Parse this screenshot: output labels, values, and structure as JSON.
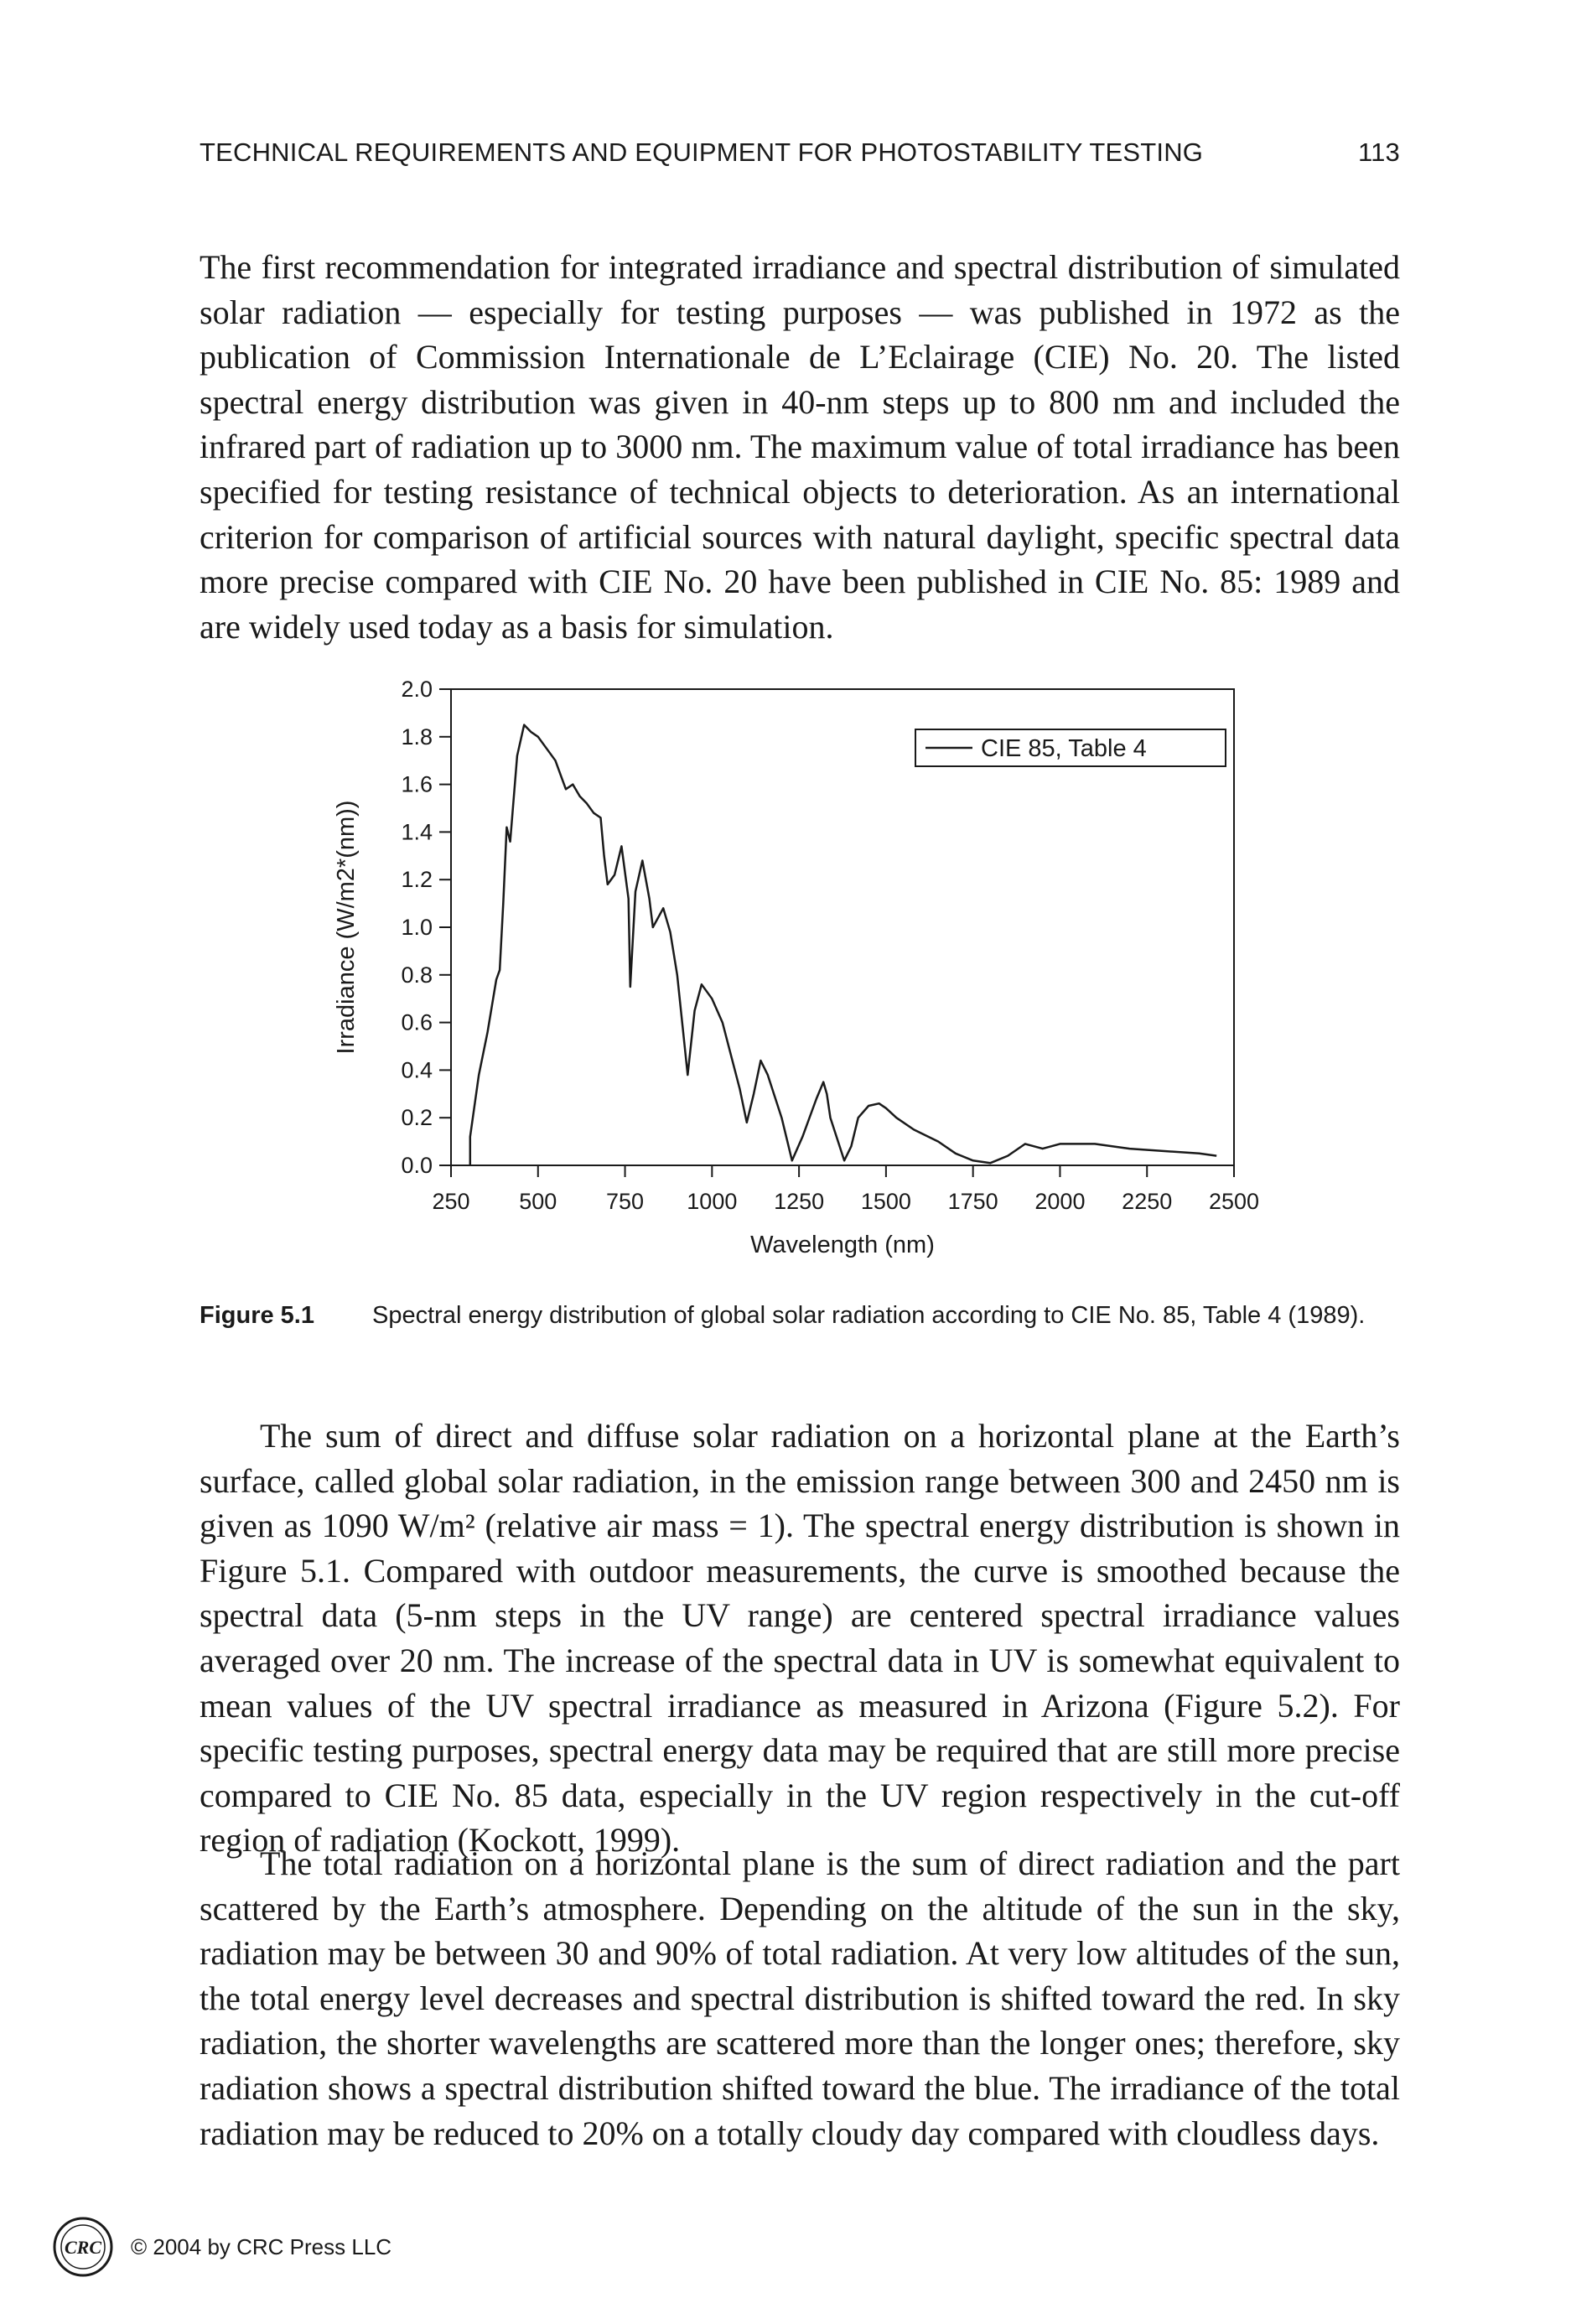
{
  "header": {
    "title": "TECHNICAL REQUIREMENTS AND EQUIPMENT FOR PHOTOSTABILITY TESTING",
    "page_number": "113"
  },
  "paragraphs": [
    "The first recommendation for integrated irradiance and spectral distribution of simulated solar radiation — especially for testing purposes — was published in 1972 as the publication of Commission Internationale de L’Eclairage (CIE) No. 20. The listed spectral energy distribution was given in 40-nm steps up to 800 nm and included the infrared part of radiation up to 3000 nm. The maximum value of total irradiance has been specified for testing resistance of technical objects to deterioration. As an international criterion for comparison of artificial sources with natural daylight, specific spectral data more precise compared with CIE No. 20 have been published in CIE No. 85: 1989 and are widely used today as a basis for simulation.",
    "The sum of direct and diffuse solar radiation on a horizontal plane at the Earth’s surface, called global solar radiation, in the emission range between 300 and 2450 nm is given as 1090 W/m² (relative air mass = 1). The spectral energy distribution is shown in Figure 5.1. Compared with outdoor measurements, the curve is smoothed because the spectral data (5-nm steps in the UV range) are centered spectral irradiance values averaged over 20 nm. The increase of the spectral data in UV is somewhat equivalent to mean values of the UV spectral irradiance as measured in Arizona (Figure 5.2). For specific testing purposes, spectral energy data may be required that are still more precise compared to CIE No. 85 data, especially in the UV region respectively in the cut-off region of radiation (Kockott, 1999).",
    "The total radiation on a horizontal plane is the sum of direct radiation and the part scattered by the Earth’s atmosphere. Depending on the altitude of the sun in the sky, radiation may be between 30 and 90% of total radiation. At very low altitudes of the sun, the total energy level decreases and spectral distribution is shifted toward the red. In sky radiation, the shorter wavelengths are scattered more than the longer ones; therefore, sky radiation shows a spectral distribution shifted toward the blue. The irradiance of the total radiation may be reduced to 20% on a totally cloudy day compared with cloudless days."
  ],
  "figure": {
    "label": "Figure 5.1",
    "caption": "Spectral energy distribution of global solar radiation according to CIE No. 85, Table 4 (1989)."
  },
  "footer": {
    "copyright": "© 2004 by CRC Press LLC",
    "logo_text": "CRC"
  },
  "chart_data": {
    "type": "line",
    "title": "",
    "xlabel": "Wavelength (nm)",
    "ylabel": "Irradiance (W/m2*(nm))",
    "xlim": [
      250,
      2500
    ],
    "ylim": [
      0,
      2.0
    ],
    "x_ticks": [
      "250",
      "500",
      "750",
      "1000",
      "1250",
      "1500",
      "1750",
      "2000",
      "2250",
      "2500"
    ],
    "y_ticks": [
      "0.0",
      "0.2",
      "0.4",
      "0.6",
      "0.8",
      "1.0",
      "1.2",
      "1.4",
      "1.6",
      "1.8",
      "2.0"
    ],
    "x_tick_values": [
      250,
      500,
      750,
      1000,
      1250,
      1500,
      1750,
      2000,
      2250,
      2500
    ],
    "y_tick_values": [
      0,
      0.2,
      0.4,
      0.6,
      0.8,
      1.0,
      1.2,
      1.4,
      1.6,
      1.8,
      2.0
    ],
    "grid": false,
    "legend_position": "top-right",
    "series": [
      {
        "name": "CIE 85, Table 4",
        "x": [
          305,
          330,
          355,
          380,
          390,
          400,
          410,
          420,
          440,
          460,
          480,
          500,
          520,
          550,
          570,
          580,
          600,
          620,
          640,
          660,
          680,
          690,
          700,
          720,
          740,
          760,
          765,
          780,
          800,
          820,
          830,
          860,
          880,
          900,
          930,
          950,
          970,
          1000,
          1030,
          1080,
          1100,
          1120,
          1140,
          1160,
          1200,
          1230,
          1260,
          1300,
          1320,
          1330,
          1340,
          1380,
          1400,
          1420,
          1450,
          1480,
          1500,
          1530,
          1580,
          1650,
          1700,
          1750,
          1800,
          1850,
          1900,
          1950,
          2000,
          2050,
          2100,
          2150,
          2200,
          2300,
          2400,
          2450
        ],
        "y": [
          0.12,
          0.38,
          0.56,
          0.78,
          0.82,
          1.1,
          1.42,
          1.36,
          1.72,
          1.85,
          1.82,
          1.8,
          1.76,
          1.7,
          1.62,
          1.58,
          1.6,
          1.55,
          1.52,
          1.48,
          1.46,
          1.3,
          1.18,
          1.22,
          1.34,
          1.12,
          0.75,
          1.15,
          1.28,
          1.12,
          1.0,
          1.08,
          0.98,
          0.8,
          0.38,
          0.65,
          0.76,
          0.7,
          0.6,
          0.32,
          0.18,
          0.3,
          0.44,
          0.38,
          0.2,
          0.02,
          0.12,
          0.28,
          0.35,
          0.3,
          0.2,
          0.02,
          0.08,
          0.2,
          0.25,
          0.26,
          0.24,
          0.2,
          0.15,
          0.1,
          0.05,
          0.02,
          0.01,
          0.04,
          0.09,
          0.07,
          0.09,
          0.09,
          0.09,
          0.08,
          0.07,
          0.06,
          0.05,
          0.04
        ]
      }
    ]
  }
}
